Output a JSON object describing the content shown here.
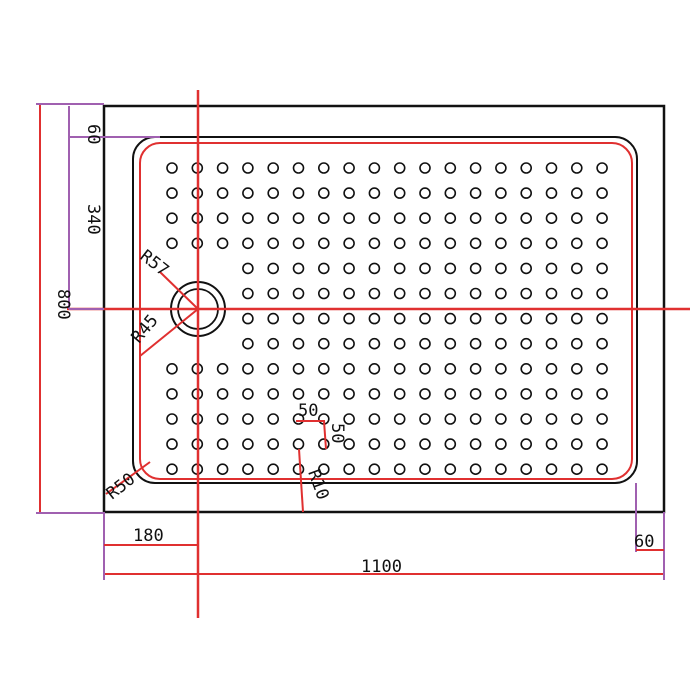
{
  "colors": {
    "outline": "#111111",
    "dimension": "#e03030",
    "extension": "#a060b0",
    "text": "#111111"
  },
  "holes": {
    "columns": 18,
    "rows": 13,
    "drain_area_note": "holes omitted around drain"
  },
  "labels": {
    "top_offset": "60",
    "drain_from_top": "340",
    "overall_height": "800",
    "drain_outer_radius": "R57",
    "drain_inner_radius": "R45",
    "hole_pitch_x": "50",
    "hole_pitch_y": "50",
    "hole_radius": "R10",
    "corner_radius": "R50",
    "drain_from_left": "180",
    "right_offset": "60",
    "overall_width": "1100"
  }
}
